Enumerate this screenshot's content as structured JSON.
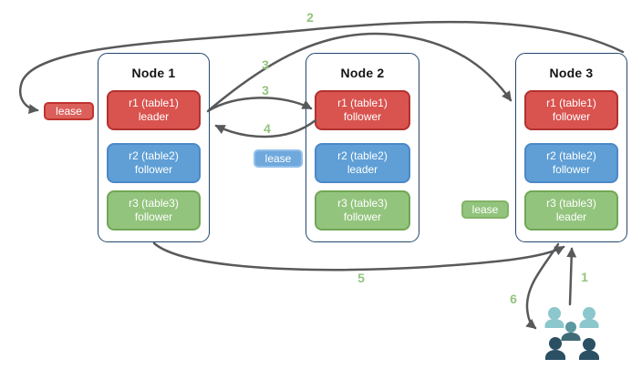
{
  "diagram_title": "raft-leaders-and-leaseholders-diagram",
  "colors": {
    "arrow": "#58595b",
    "step_number": "#93c47d",
    "node_border": "#24476f",
    "red_fill": "#d9534f",
    "red_border": "#b23230",
    "blue_fill": "#5f9fd6",
    "blue_border": "#4d88c7",
    "green_fill": "#93c47d",
    "green_border": "#70a755",
    "people_light": "#8cc7cd",
    "people_mid": "#5d97a0",
    "people_mid_body": "#3f6b77",
    "people_dark": "#2b4f63"
  },
  "nodes": [
    {
      "title": "Node 1",
      "replicas": [
        {
          "line1": "r1 (table1)",
          "line2": "leader",
          "color": "red"
        },
        {
          "line1": "r2 (table2)",
          "line2": "follower",
          "color": "blue"
        },
        {
          "line1": "r3 (table3)",
          "line2": "follower",
          "color": "green"
        }
      ]
    },
    {
      "title": "Node 2",
      "replicas": [
        {
          "line1": "r1 (table1)",
          "line2": "follower",
          "color": "red"
        },
        {
          "line1": "r2 (table2)",
          "line2": "leader",
          "color": "blue"
        },
        {
          "line1": "r3 (table3)",
          "line2": "follower",
          "color": "green"
        }
      ]
    },
    {
      "title": "Node 3",
      "replicas": [
        {
          "line1": "r1 (table1)",
          "line2": "follower",
          "color": "red"
        },
        {
          "line1": "r2 (table2)",
          "line2": "follower",
          "color": "blue"
        },
        {
          "line1": "r3 (table3)",
          "line2": "leader",
          "color": "green"
        }
      ]
    }
  ],
  "leases": [
    {
      "label": "lease",
      "color": "red"
    },
    {
      "label": "lease",
      "color": "blue"
    },
    {
      "label": "lease",
      "color": "green"
    }
  ],
  "step_labels": {
    "s1": "1",
    "s2": "2",
    "s3a": "3",
    "s3b": "3",
    "s4": "4",
    "s5": "5",
    "s6": "6"
  }
}
